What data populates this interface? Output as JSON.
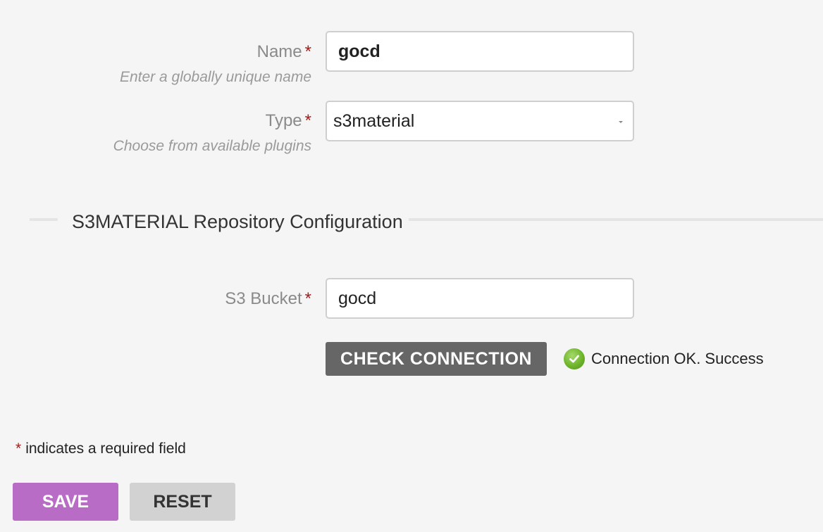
{
  "form": {
    "name": {
      "label": "Name",
      "required_marker": "*",
      "hint": "Enter a globally unique name",
      "value": "gocd"
    },
    "type": {
      "label": "Type",
      "required_marker": "*",
      "hint": "Choose from available plugins",
      "selected": "s3material"
    }
  },
  "section": {
    "title": "S3MATERIAL Repository Configuration"
  },
  "plugin_config": {
    "s3_bucket": {
      "label": "S3 Bucket",
      "required_marker": "*",
      "value": "gocd"
    },
    "check_connection_label": "CHECK CONNECTION",
    "status": {
      "icon": "check-circle-icon",
      "text": "Connection OK. Success",
      "color": "#6fb52b"
    }
  },
  "footer": {
    "required_marker": "*",
    "required_note": "indicates a required field",
    "save_label": "SAVE",
    "reset_label": "RESET"
  },
  "colors": {
    "background": "#f5f5f5",
    "required": "#a01d1d",
    "save_button": "#b86cc6",
    "reset_button": "#d2d2d2",
    "check_button": "#666666"
  }
}
